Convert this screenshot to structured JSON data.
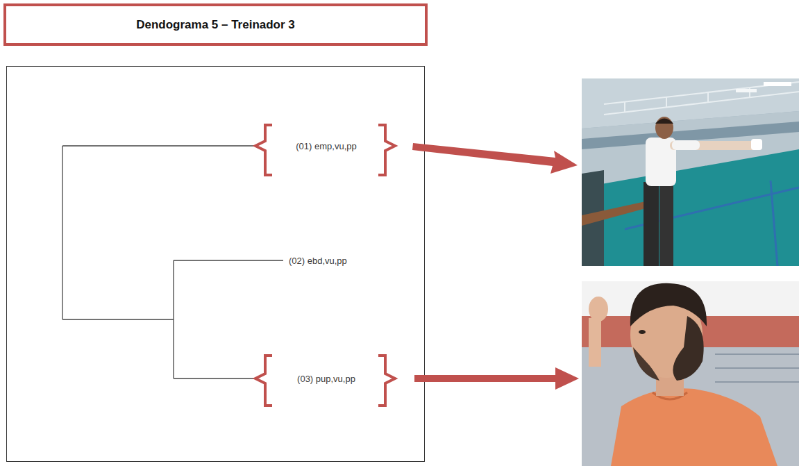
{
  "diagram": {
    "title": "Dendograma 5 – Treinador 3",
    "labels": [
      "(01) emp,vu,pp",
      "(02) ebd,vu,pp",
      "(03) pup,vu,pp"
    ]
  }
}
